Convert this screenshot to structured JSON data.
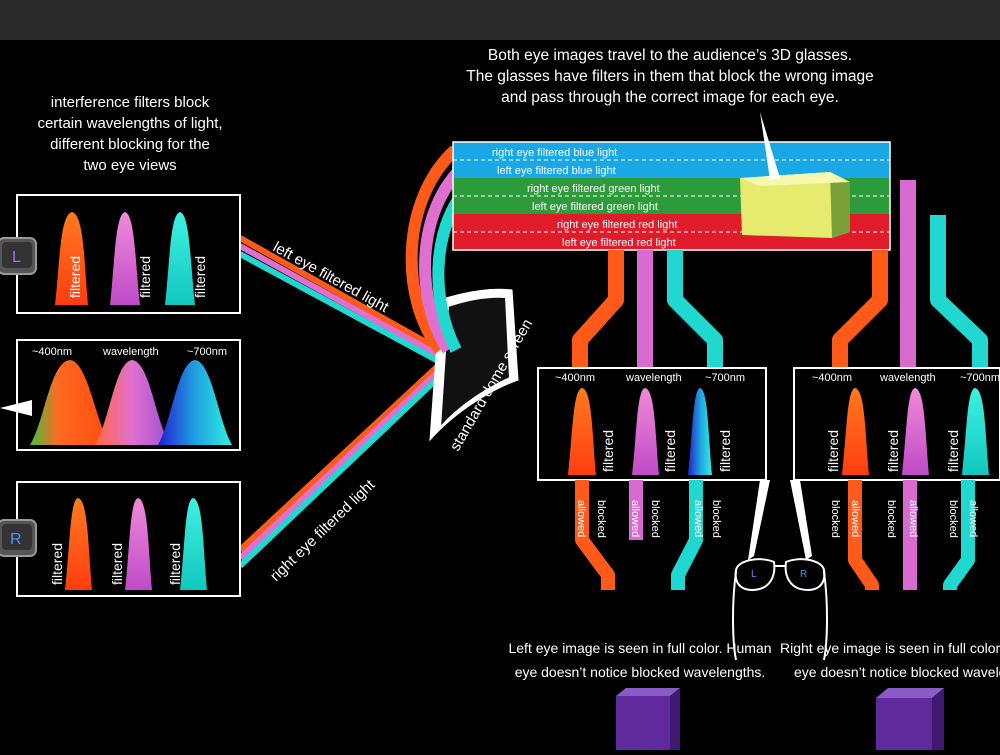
{
  "top_caption": [
    "Both eye images travel to the audience’s 3D glasses.",
    "The glasses have filters in them that block the wrong image",
    "and pass through the correct image for each eye."
  ],
  "left_caption": [
    "interference filters block",
    "certain wavelengths of light,",
    "different blocking for the",
    "two eye views"
  ],
  "keys": {
    "left": "L",
    "right": "R"
  },
  "filtered_word": "filtered",
  "spectrum": {
    "low": "~400nm",
    "mid": "wavelength",
    "high": "~700nm"
  },
  "beams": {
    "left_label": "left eye filtered light",
    "right_label": "right eye filtered light"
  },
  "screen_label": "standard dome screen",
  "band_labels": [
    "right eye filtered blue light",
    "left eye filtered blue light",
    "right eye filtered green light",
    "left eye filtered green light",
    "right eye filtered red light",
    "left eye filtered red light"
  ],
  "allowed_word": "allowed",
  "blocked_word": "blocked",
  "glasses": {
    "left_lens": "L",
    "right_lens": "R"
  },
  "left_result": [
    "Left eye image is seen in full color. Human",
    "eye doesn’t notice blocked wavelengths."
  ],
  "right_result": [
    "Right eye image is seen in full color. H",
    "eye doesn’t notice blocked wavelen"
  ],
  "colors": {
    "red": "#ff5a1a",
    "green": "#2e9b3a",
    "blue": "#20d8d0",
    "magenta": "#d86ad0",
    "band_blue": "#19a7e6",
    "band_green": "#2e9b3a",
    "band_red": "#e01b2a",
    "cube": "#e6ea6e",
    "purple": "#5e2a9c"
  }
}
